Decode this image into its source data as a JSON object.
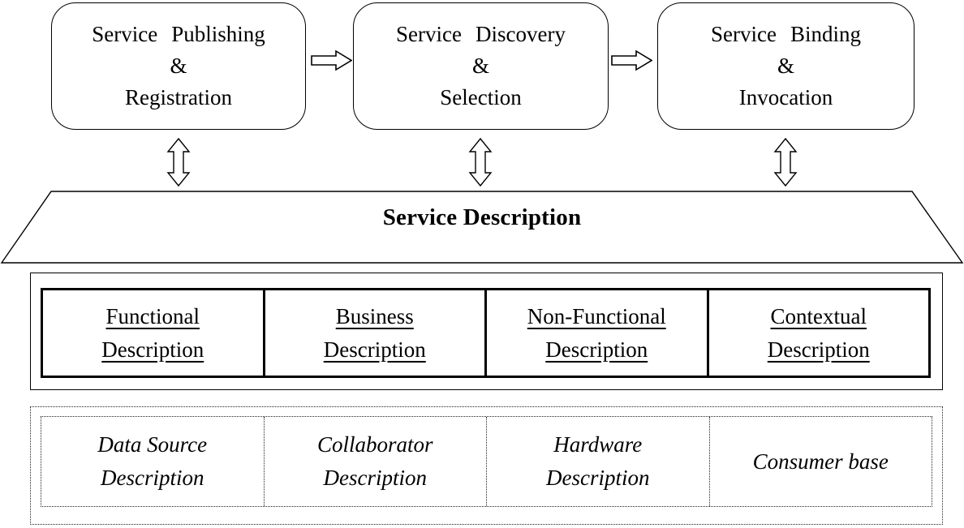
{
  "diagram": {
    "title_semantic": "Service description architecture diagram",
    "colors": {
      "line": "#000000",
      "background": "#ffffff",
      "text": "#000000"
    },
    "process_boxes": [
      {
        "line1": "Service Publishing",
        "line2": "&",
        "line3": "Registration"
      },
      {
        "line1": "Service Discovery",
        "line2": "&",
        "line3": "Selection"
      },
      {
        "line1": "Service Binding",
        "line2": "&",
        "line3": "Invocation"
      }
    ],
    "trapezoid": {
      "label": "Service Description"
    },
    "description_types": [
      {
        "line1": "Functional",
        "line2": "Description"
      },
      {
        "line1": "Business",
        "line2": "Description"
      },
      {
        "line1": "Non-Functional",
        "line2": "Description"
      },
      {
        "line1": "Contextual",
        "line2": "Description"
      }
    ],
    "context_items": [
      {
        "line1": "Data Source",
        "line2": "Description"
      },
      {
        "line1": "Collaborator",
        "line2": "Description"
      },
      {
        "line1": "Hardware",
        "line2": "Description"
      },
      {
        "line1": "Consumer base",
        "line2": ""
      }
    ]
  }
}
